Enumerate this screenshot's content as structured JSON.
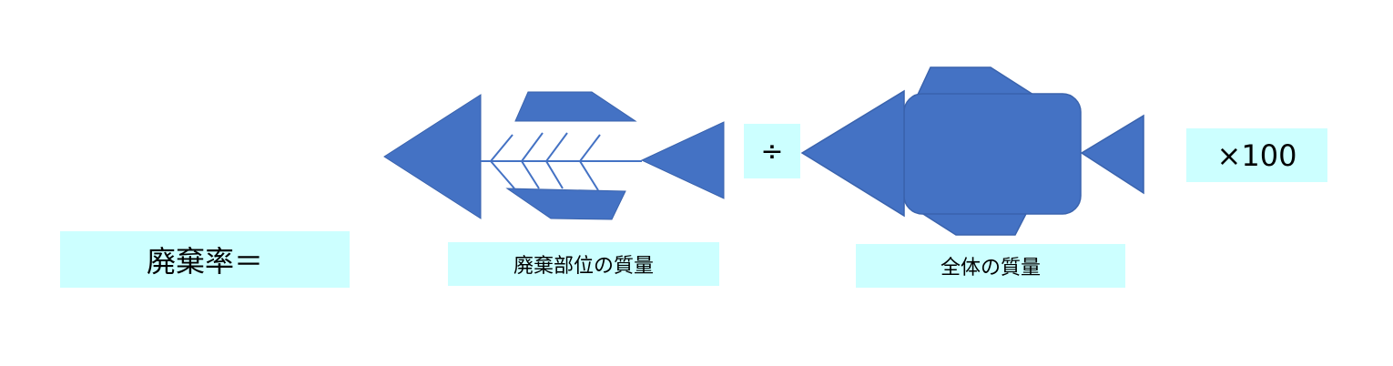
{
  "formula": {
    "lhs": "廃棄率＝",
    "divide": "÷",
    "multiply": "×100",
    "numerator_label": "廃棄部位の質量",
    "denominator_label": "全体の質量"
  },
  "colors": {
    "shape_fill": "#4472c4",
    "label_bg": "#ccffff"
  }
}
